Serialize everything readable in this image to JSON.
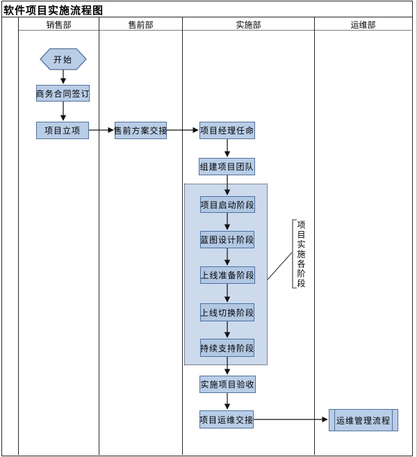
{
  "window": {
    "title": "软件项目实施流程图"
  },
  "lanes": [
    {
      "label": "销售部"
    },
    {
      "label": "售前部"
    },
    {
      "label": "实施部"
    },
    {
      "label": "运维部"
    }
  ],
  "nodes": {
    "start": "开始",
    "contract_signing": "商务合同签订",
    "project_initiation": "项目立项",
    "presales_handover": "售前方案交接",
    "pm_appointment": "项目经理任命",
    "team_building": "组建项目团队",
    "kickoff_phase": "项目启动阶段",
    "blueprint_phase": "蓝图设计阶段",
    "golive_prep_phase": "上线准备阶段",
    "golive_switch_phase": "上线切换阶段",
    "support_phase": "持续支持阶段",
    "acceptance": "实施项目验收",
    "ops_handover": "项目运维交接",
    "ops_process": "运维管理流程"
  },
  "annotations": {
    "phases_bracket": "项目实施各阶段"
  },
  "colors": {
    "node_fill": "#b9cde7",
    "node_border": "#4f7199",
    "stage_fill": "#b2c7e2",
    "stage_border": "#4a70a4",
    "group_fill": "#ccdaec",
    "frame_line": "#262626",
    "connector": "#111111"
  }
}
